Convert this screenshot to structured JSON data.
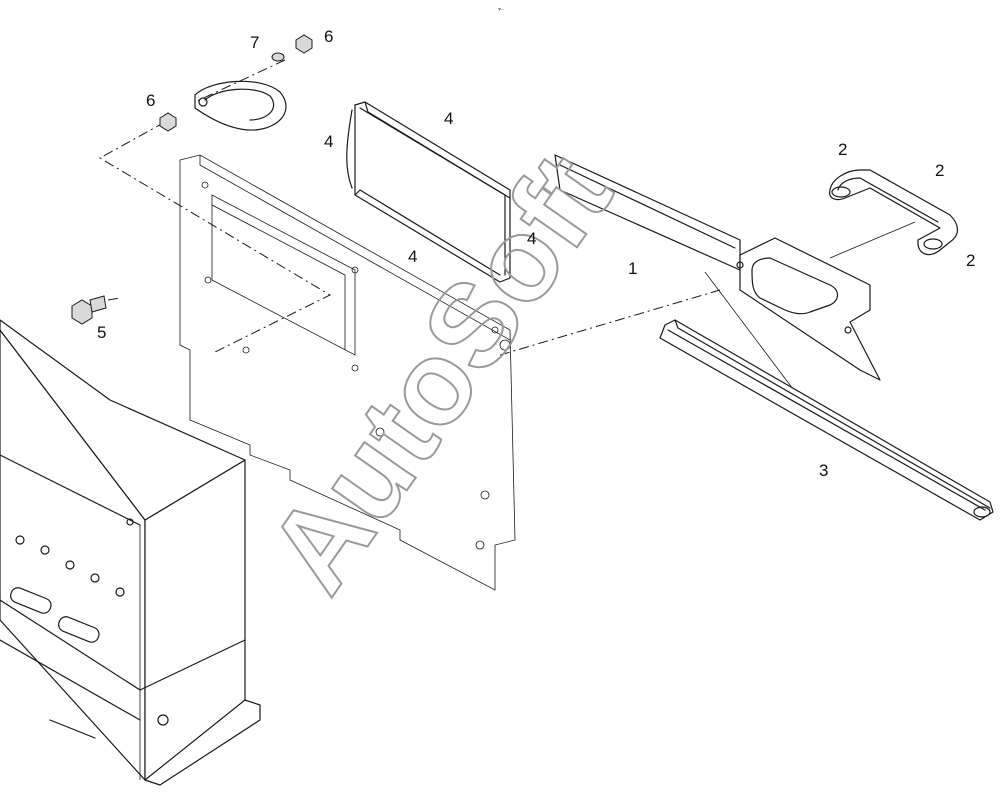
{
  "diagram": {
    "callouts": {
      "c1": "1",
      "c2a": "2",
      "c2b": "2",
      "c2c": "2",
      "c3": "3",
      "c4a": "4",
      "c4b": "4",
      "c4c": "4",
      "c4d": "4",
      "c5": "5",
      "c6a": "6",
      "c6b": "6",
      "c7": "7"
    },
    "watermark": "AutoSoft",
    "colors": {
      "line": "#1a1a1a",
      "watermark": "#9a9a9a",
      "background": "#ffffff"
    }
  }
}
